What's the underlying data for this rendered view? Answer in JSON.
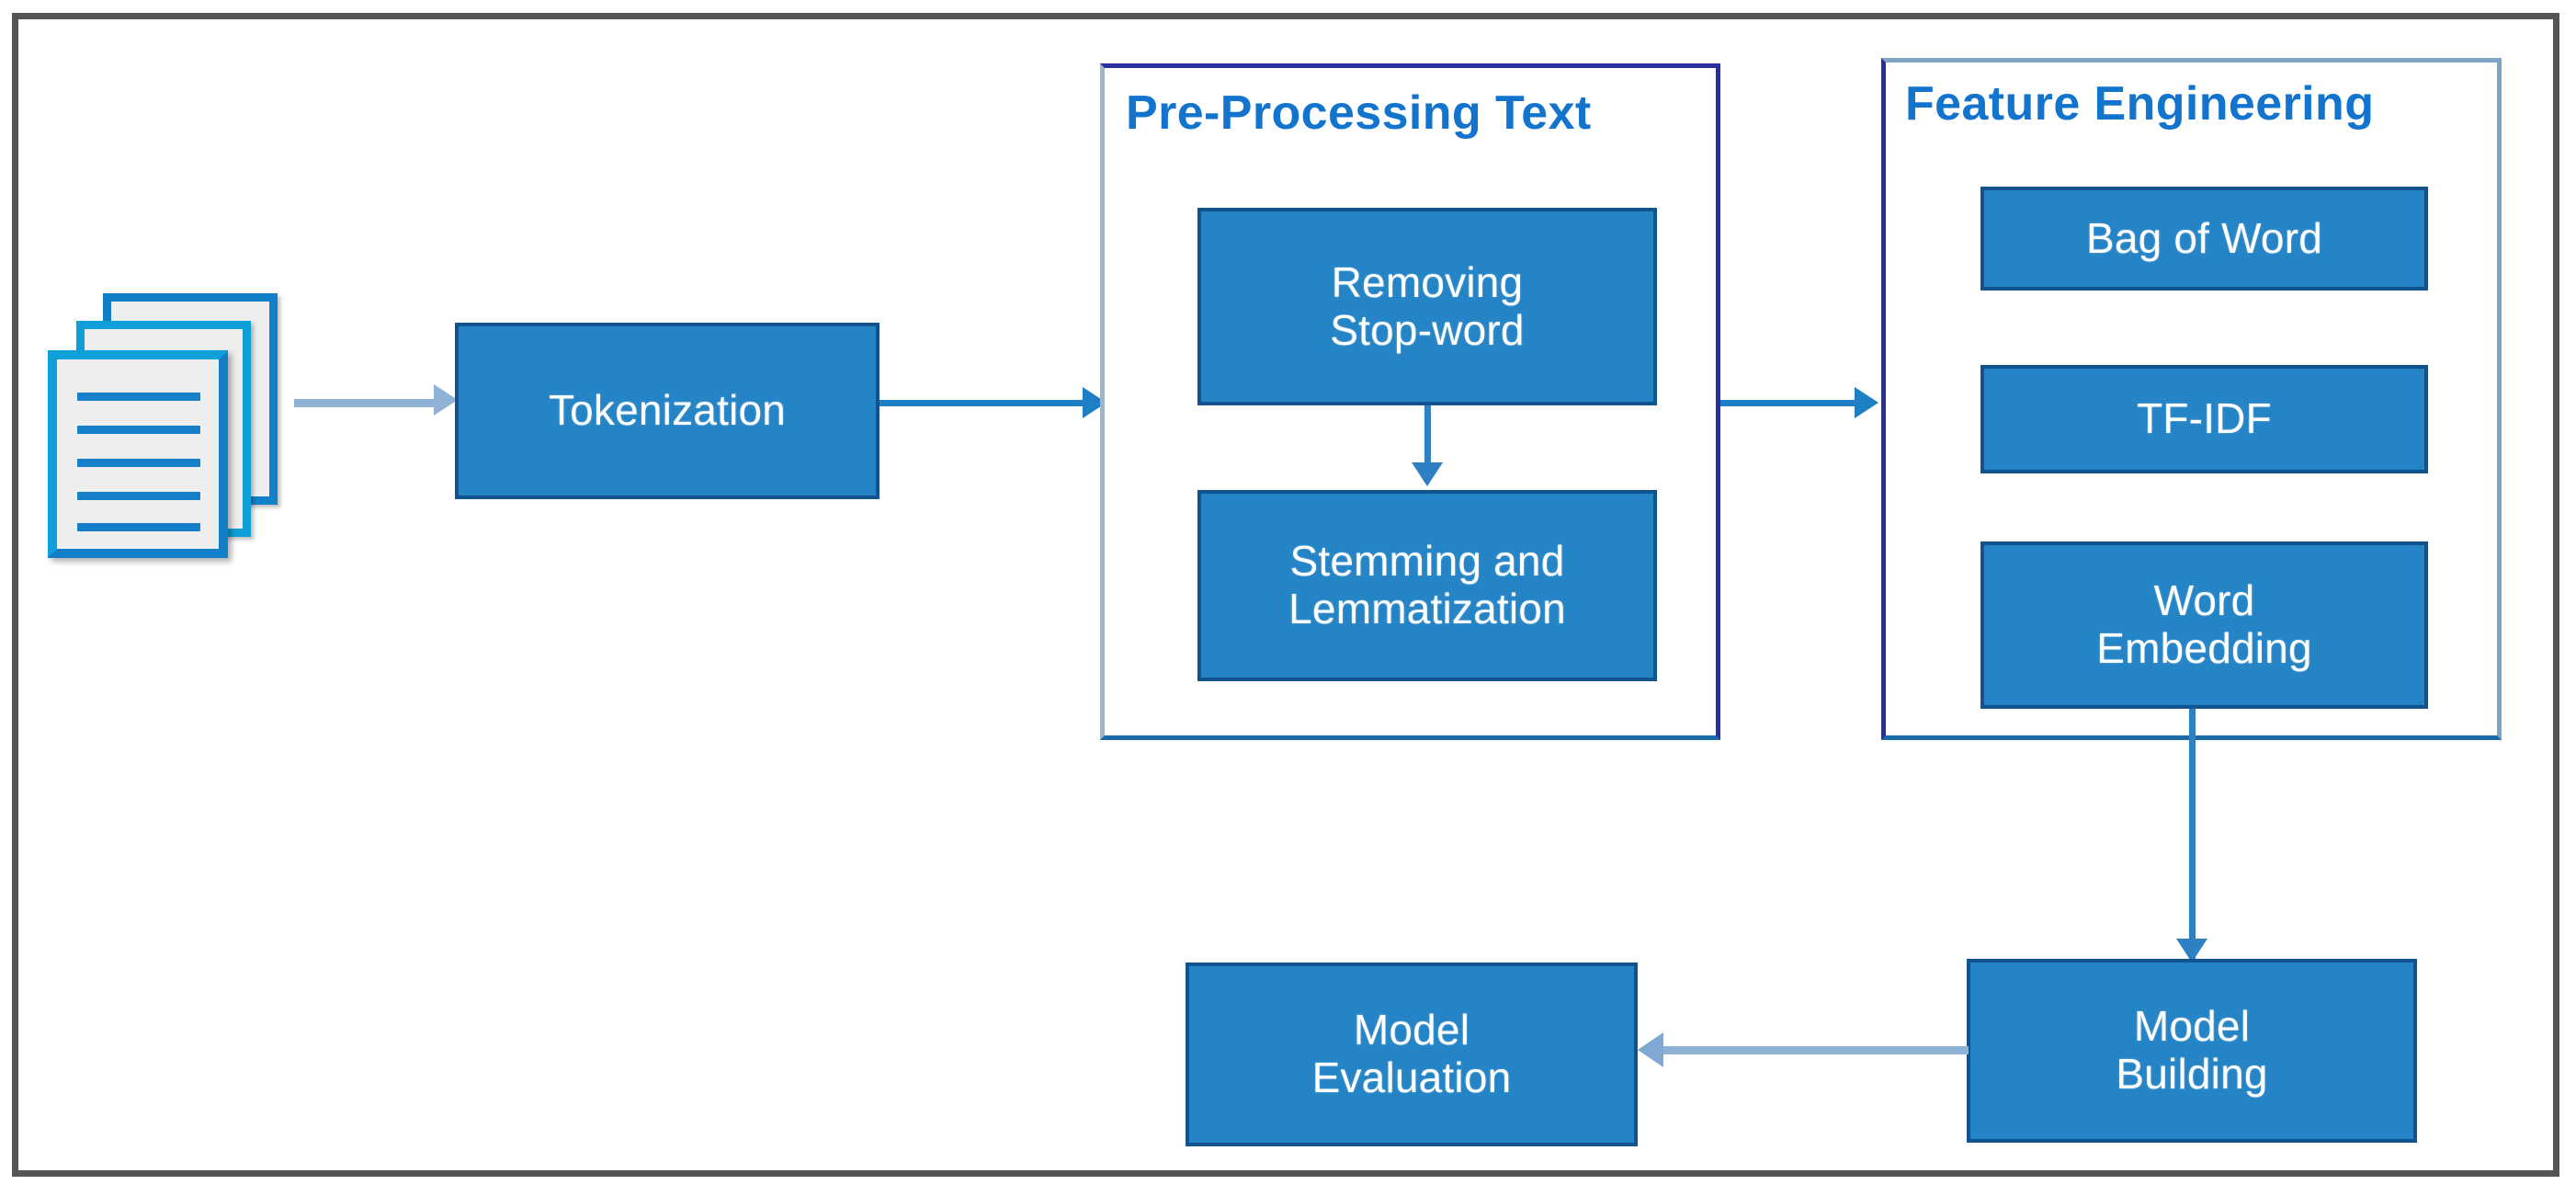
{
  "diagram": {
    "title": "NLP text classification pipeline flowchart",
    "colors": {
      "box_fill": "#2484c6",
      "box_border": "#10538f",
      "group_title": "#1274cd",
      "connector": "#1f7fc4",
      "outer_frame": "#555555",
      "document_icon": "#1180c8"
    },
    "input_icon": {
      "name": "documents",
      "sheet_count": 3,
      "rule_count": 6
    },
    "nodes": [
      {
        "id": "tokenization",
        "label": "Tokenization"
      },
      {
        "id": "removing-stop-word",
        "label": "Removing\nStop-word",
        "line1": "Removing",
        "line2": "Stop-word"
      },
      {
        "id": "stemming-lemmatization",
        "label": "Stemming and\nLemmatization",
        "line1": "Stemming and",
        "line2": "Lemmatization"
      },
      {
        "id": "bag-of-word",
        "label": "Bag of Word"
      },
      {
        "id": "tf-idf",
        "label": "TF-IDF"
      },
      {
        "id": "word-embedding",
        "label": "Word\nEmbedding",
        "line1": "Word",
        "line2": "Embedding"
      },
      {
        "id": "model-building",
        "label": "Model\nBuilding",
        "line1": "Model",
        "line2": "Building"
      },
      {
        "id": "model-evaluation",
        "label": "Model\nEvaluation",
        "line1": "Model",
        "line2": "Evaluation"
      }
    ],
    "groups": [
      {
        "id": "pre-processing-text",
        "title": "Pre-Processing  Text"
      },
      {
        "id": "feature-engineering",
        "title": "Feature Engineering"
      }
    ],
    "edges": [
      {
        "from": "documents",
        "to": "tokenization",
        "direction": "right"
      },
      {
        "from": "tokenization",
        "to": "pre-processing-text",
        "direction": "right"
      },
      {
        "from": "removing-stop-word",
        "to": "stemming-lemmatization",
        "direction": "down"
      },
      {
        "from": "pre-processing-text",
        "to": "feature-engineering",
        "direction": "right"
      },
      {
        "from": "feature-engineering",
        "to": "model-building",
        "direction": "down"
      },
      {
        "from": "model-building",
        "to": "model-evaluation",
        "direction": "left"
      }
    ]
  }
}
